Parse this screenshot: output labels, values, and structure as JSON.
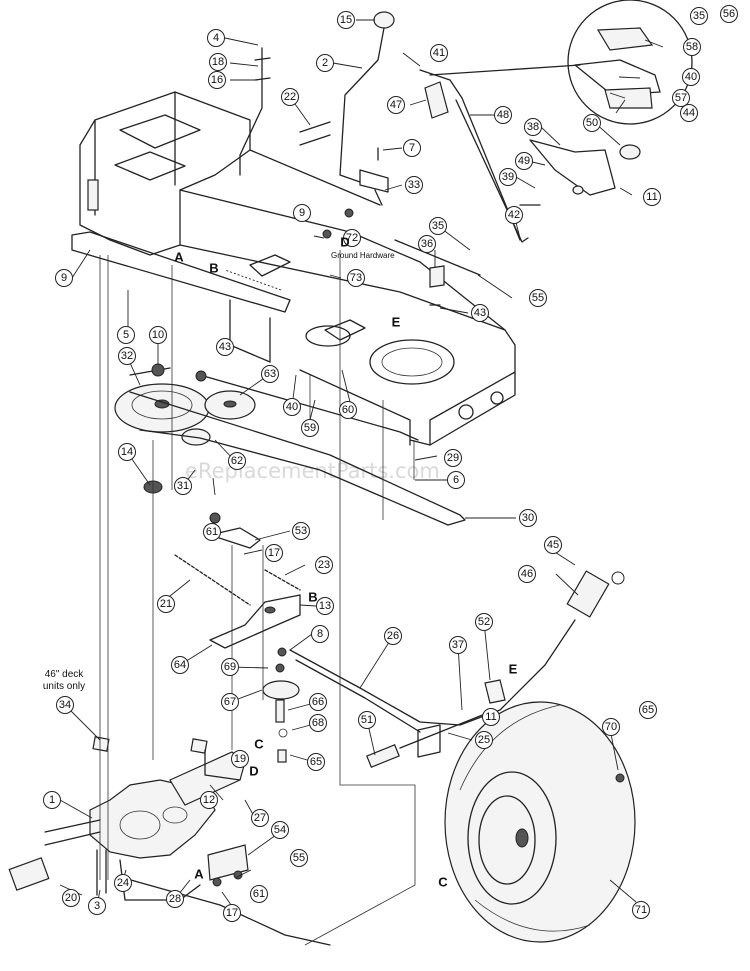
{
  "watermark": "eReplacementParts.com",
  "notes": {
    "ground_hardware": "Ground Hardware",
    "deck_line1": "46\" deck",
    "deck_line2": "units only"
  },
  "callout_letters": [
    "A",
    "B",
    "C",
    "D",
    "E"
  ],
  "callouts": [
    "1",
    "2",
    "3",
    "4",
    "5",
    "6",
    "7",
    "8",
    "9",
    "10",
    "11",
    "12",
    "13",
    "14",
    "15",
    "16",
    "17",
    "18",
    "19",
    "20",
    "21",
    "22",
    "23",
    "24",
    "25",
    "26",
    "27",
    "28",
    "29",
    "30",
    "31",
    "32",
    "33",
    "34",
    "35",
    "36",
    "37",
    "38",
    "39",
    "40",
    "41",
    "42",
    "43",
    "44",
    "45",
    "46",
    "47",
    "48",
    "49",
    "50",
    "51",
    "52",
    "53",
    "54",
    "55",
    "56",
    "57",
    "58",
    "59",
    "60",
    "61",
    "62",
    "63",
    "64",
    "65",
    "66",
    "67",
    "68",
    "69",
    "70",
    "71",
    "72",
    "73"
  ]
}
